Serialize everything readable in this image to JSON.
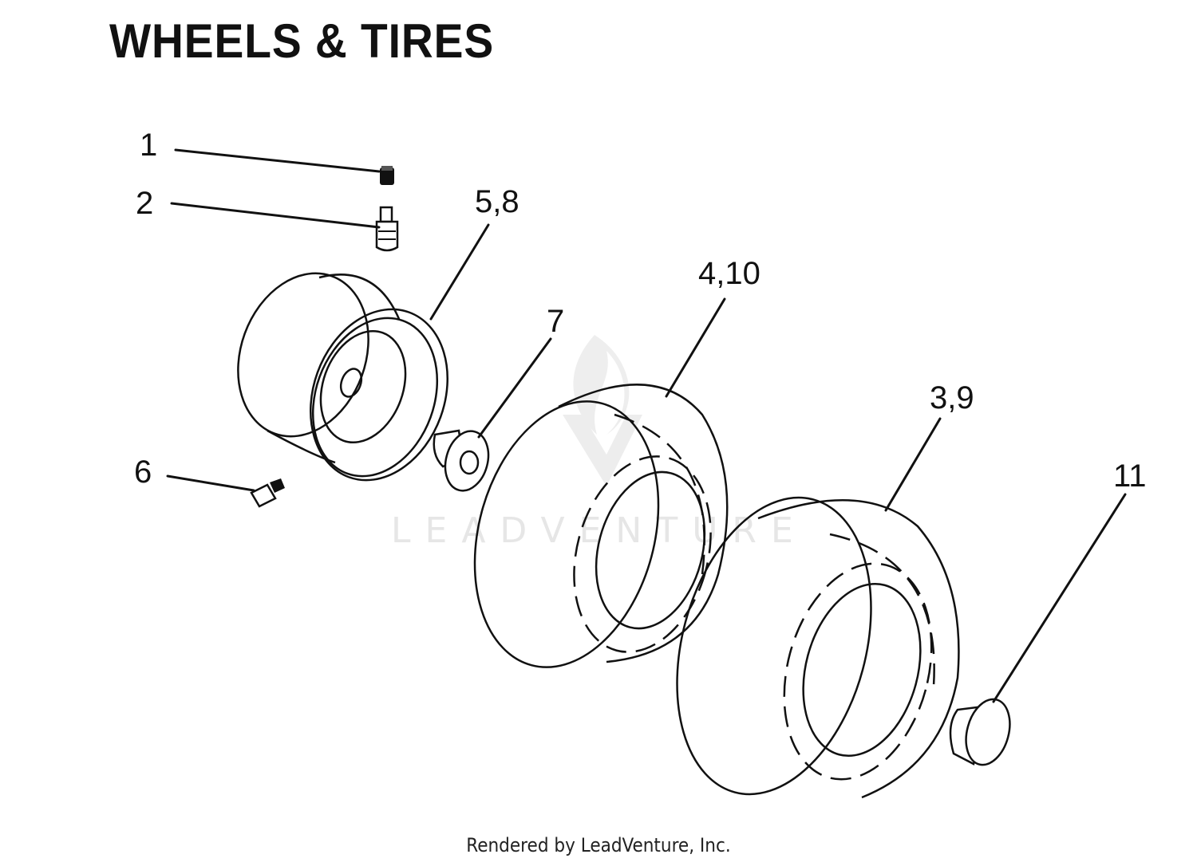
{
  "title": "WHEELS & TIRES",
  "callouts": {
    "c1": "1",
    "c2": "2",
    "c58": "5,8",
    "c7": "7",
    "c410": "4,10",
    "c39": "3,9",
    "c6": "6",
    "c11": "11"
  },
  "watermark": "LEADVENTURE",
  "footer": "Rendered by LeadVenture, Inc.",
  "colors": {
    "ink": "#111111",
    "watermark": "#e6e6e6"
  }
}
